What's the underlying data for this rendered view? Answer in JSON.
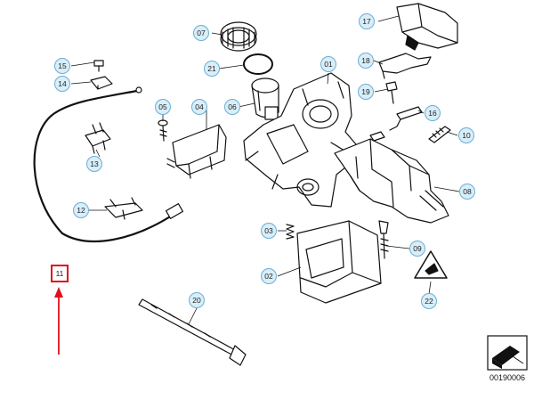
{
  "diagram": {
    "reference_code": "00190006",
    "highlighted_part": "11",
    "accent_color": "#e0101a",
    "bubble_fill": "#d8eef8",
    "bubble_stroke": "#6aaed6",
    "parts": [
      {
        "id": "p01",
        "label": "01"
      },
      {
        "id": "p02",
        "label": "02"
      },
      {
        "id": "p03",
        "label": "03"
      },
      {
        "id": "p04",
        "label": "04"
      },
      {
        "id": "p05",
        "label": "05"
      },
      {
        "id": "p06",
        "label": "06"
      },
      {
        "id": "p07",
        "label": "07"
      },
      {
        "id": "p08",
        "label": "08"
      },
      {
        "id": "p09",
        "label": "09"
      },
      {
        "id": "p10",
        "label": "10"
      },
      {
        "id": "p11",
        "label": "11"
      },
      {
        "id": "p12",
        "label": "12"
      },
      {
        "id": "p13",
        "label": "13"
      },
      {
        "id": "p14",
        "label": "14"
      },
      {
        "id": "p15",
        "label": "15"
      },
      {
        "id": "p16",
        "label": "16"
      },
      {
        "id": "p17",
        "label": "17"
      },
      {
        "id": "p18",
        "label": "18"
      },
      {
        "id": "p19",
        "label": "19"
      },
      {
        "id": "p20",
        "label": "20"
      },
      {
        "id": "p21",
        "label": "21"
      },
      {
        "id": "p22",
        "label": "22"
      }
    ]
  }
}
